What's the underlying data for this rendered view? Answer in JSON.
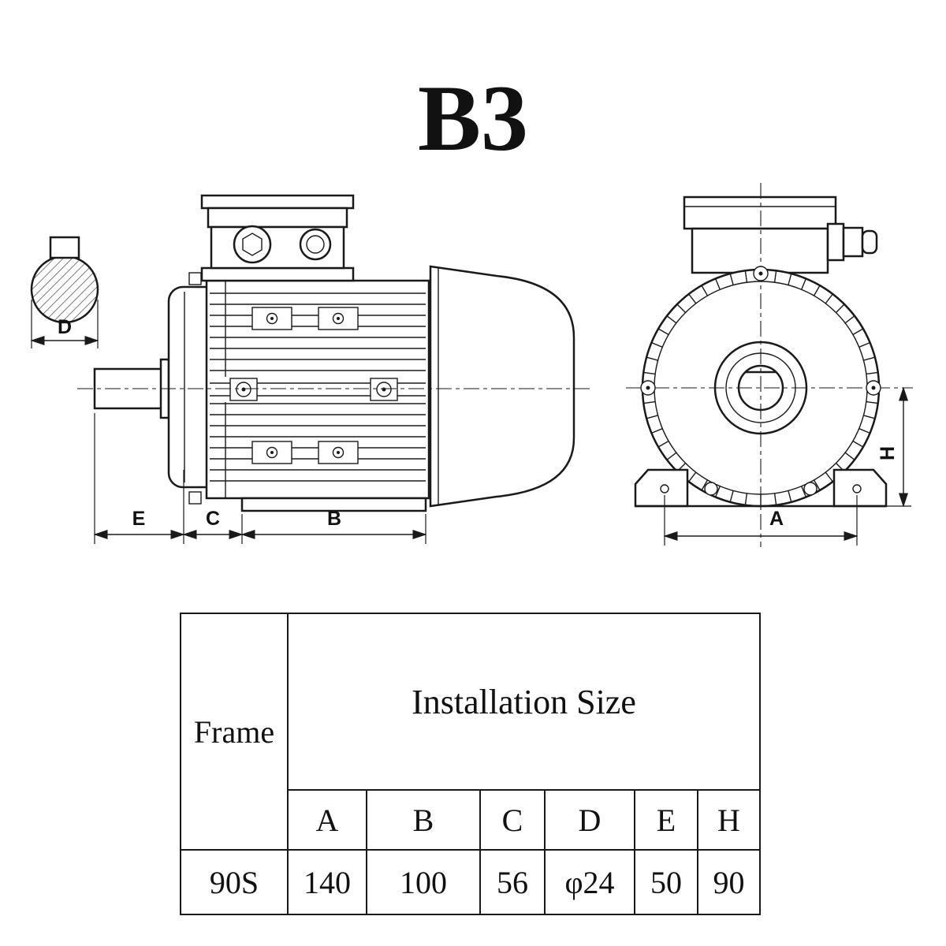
{
  "title": "B3",
  "dimensions": {
    "d": "D",
    "e": "E",
    "c": "C",
    "b": "B",
    "a": "A",
    "h": "H"
  },
  "table": {
    "frame_header": "Frame",
    "installation_header": "Installation Size",
    "columns": [
      "A",
      "B",
      "C",
      "D",
      "E",
      "H"
    ],
    "rows": [
      {
        "frame": "90S",
        "values": [
          "140",
          "100",
          "56",
          "φ24",
          "50",
          "90"
        ]
      }
    ]
  }
}
